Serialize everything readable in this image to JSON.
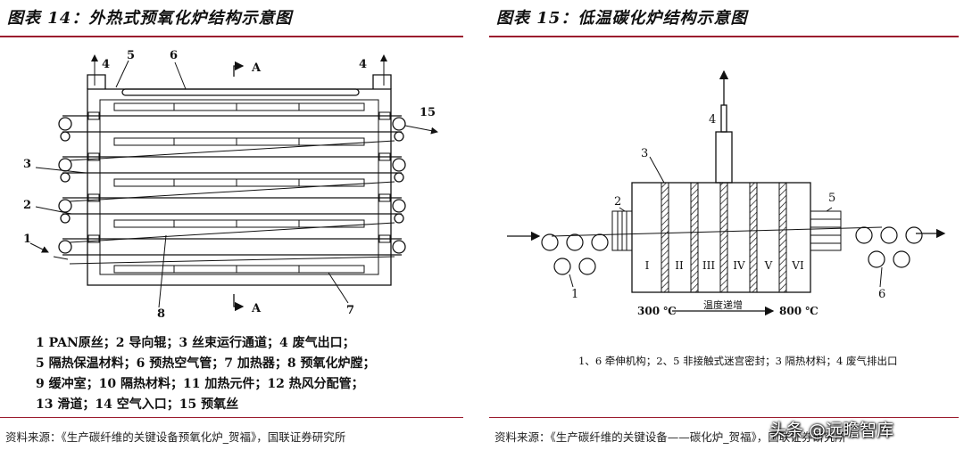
{
  "left": {
    "title": "图表 14：外热式预氧化炉结构示意图",
    "labels": {
      "n4a": "4",
      "n5": "5",
      "n6": "6",
      "sectA_top": "A",
      "n4b": "4",
      "n15": "15",
      "n3": "3",
      "n2": "2",
      "n1": "1",
      "n8": "8",
      "n7": "7",
      "sectA_bottom": "A"
    },
    "legend": [
      "1 PAN原丝；2 导向辊；3 丝束运行通道；4 废气出口；",
      "5 隔热保温材料；6 预热空气管；7 加热器；8 预氧化炉膛；",
      "9 缓冲室；10 隔热材料；11 加热元件；12 热风分配管；",
      "13 滑道；14 空气入口；15 预氧丝"
    ],
    "source": "资料来源：《生产碳纤维的关键设备预氧化炉_贺福》，国联证券研究所"
  },
  "right": {
    "title": "图表 15：低温碳化炉结构示意图",
    "labels": {
      "n4": "4",
      "n3": "3",
      "n2": "2",
      "n5": "5",
      "n1": "1",
      "n6": "6",
      "zones": [
        "I",
        "II",
        "III",
        "IV",
        "V",
        "VI"
      ],
      "temp_start": "300 ℃",
      "temp_label": "温度递增",
      "temp_end": "800 ℃"
    },
    "caption": "1、6 牵伸机构；2、5 非接触式迷宫密封；3 隔热材料；4 废气排出口",
    "source": "资料来源：《生产碳纤维的关键设备——碳化炉_贺福》，国联证券研究所",
    "watermark": "头条 @远瞻智库"
  }
}
